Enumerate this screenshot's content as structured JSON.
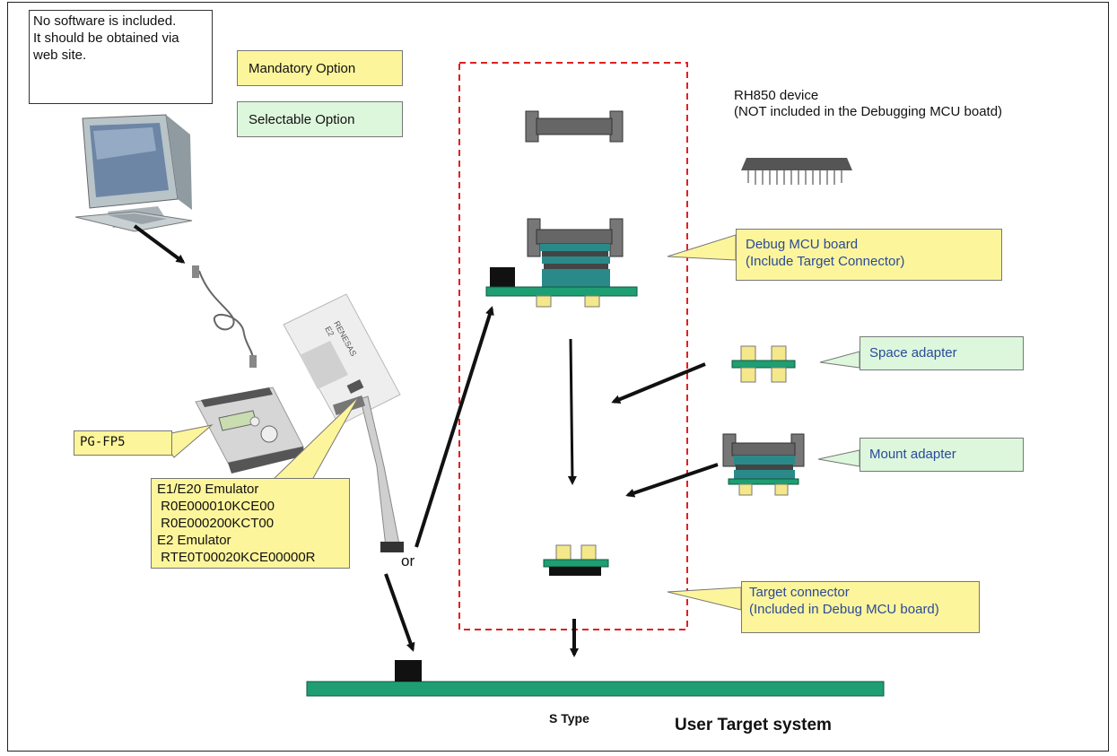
{
  "notes": {
    "software": [
      "No software is included.",
      "It should be obtained via",
      "web site."
    ]
  },
  "legend": {
    "mandatory": "Mandatory Option",
    "selectable": "Selectable Option"
  },
  "device": {
    "lines": [
      "RH850 device",
      "(NOT included in the Debugging MCU boatd)"
    ]
  },
  "callouts": {
    "debug_board": [
      "Debug MCU board",
      "(Include Target Connector)"
    ],
    "space_adapter": "Space adapter",
    "mount_adapter": "Mount adapter",
    "target_connector": [
      "Target connector",
      "(Included in Debug MCU board)"
    ],
    "pg_fp5": "PG-FP5",
    "emulators": [
      "E1/E20 Emulator",
      " R0E000010KCE00",
      " R0E000200KCT00",
      "E2 Emulator",
      " RTE0T00020KCE00000R"
    ]
  },
  "labels": {
    "or": "or",
    "s_type": "S Type",
    "user_target": "User Target system",
    "emulator_brand": "RENESAS",
    "emulator_model": "E2"
  },
  "colors": {
    "callout_yellow": "#fdf59b",
    "callout_green": "#ddf7dd",
    "pcb_green": "#1f9e73",
    "dashed_red": "#e02020"
  }
}
